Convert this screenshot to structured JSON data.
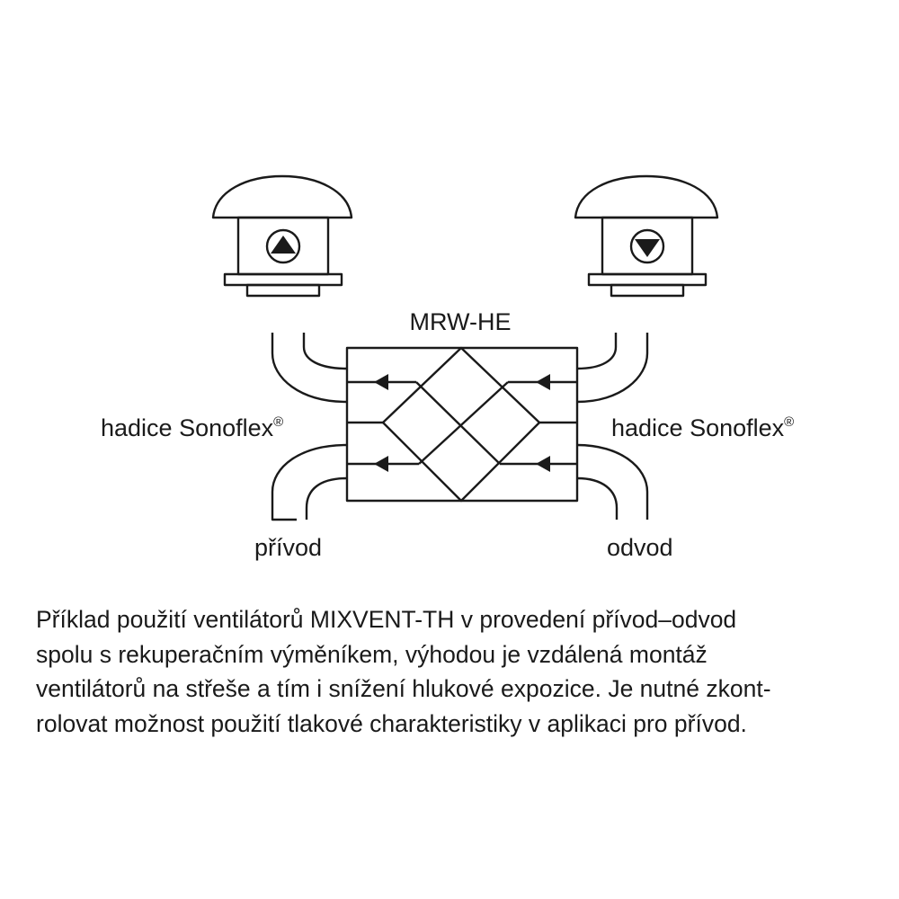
{
  "diagram": {
    "exchanger_label": "MRW-HE",
    "hose_label_left": "hadice Sonoflex",
    "hose_label_right": "hadice Sonoflex",
    "registered_mark": "®",
    "supply_label": "přívod",
    "exhaust_label": "odvod",
    "icons": {
      "left_fan": "roof-fan-supply-arrow-up-icon",
      "right_fan": "roof-fan-exhaust-arrow-down-icon"
    }
  },
  "caption": {
    "lines": [
      "Příklad použití ventilátorů MIXVENT-TH v provedení přívod–odvod",
      "spolu s rekuperačním výměníkem, výhodou je vzdálená montáž",
      "ventilátorů na střeše a tím i snížení hlukové expozice. Je nutné zkont-",
      "rolovat možnost použití tlakové charakteristiky v aplikaci pro přívod."
    ]
  }
}
